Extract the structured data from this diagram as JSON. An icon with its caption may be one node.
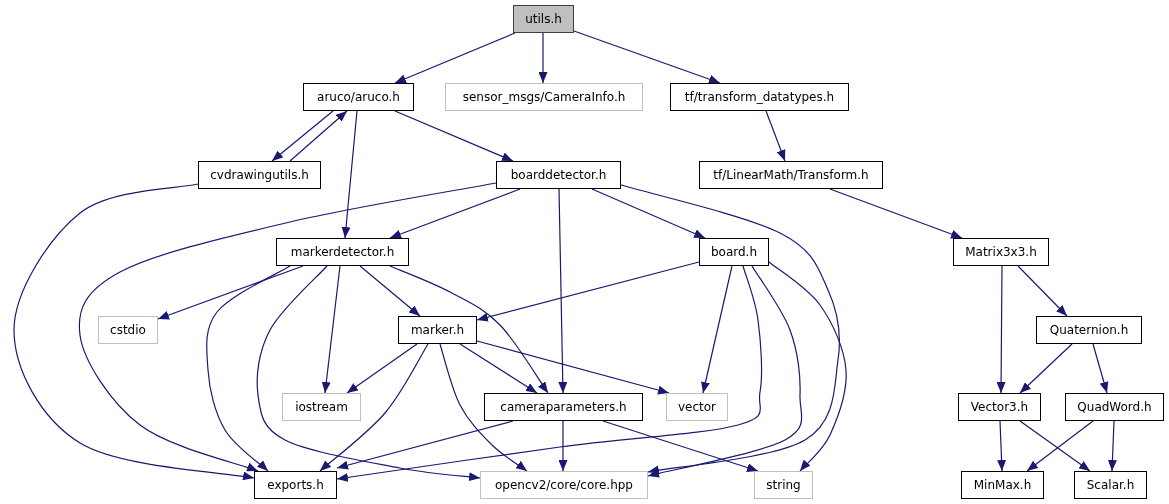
{
  "diagram": {
    "nodes": [
      {
        "text": [
          "utils.h"
        ]
      },
      {
        "text": [
          "aruco/aruco.h"
        ]
      },
      {
        "text": [
          "sensor_msgs/CameraInfo.h"
        ]
      },
      {
        "text": [
          "tf/transform_datatypes.h"
        ]
      },
      {
        "text": [
          "cvdrawingutils.h"
        ]
      },
      {
        "text": [
          "boarddetector.h"
        ]
      },
      {
        "text": [
          "tf/LinearMath/Transform.h"
        ]
      },
      {
        "text": [
          "markerdetector.h"
        ]
      },
      {
        "text": [
          "board.h"
        ]
      },
      {
        "text": [
          "Matrix3x3.h"
        ]
      },
      {
        "text": [
          "cstdio"
        ]
      },
      {
        "text": [
          "marker.h"
        ]
      },
      {
        "text": [
          "Quaternion.h"
        ]
      },
      {
        "text": [
          "iostream"
        ]
      },
      {
        "text": [
          "cameraparameters.h"
        ]
      },
      {
        "text": [
          "vector"
        ]
      },
      {
        "text": [
          "Vector3.h"
        ]
      },
      {
        "text": [
          "QuadWord.h"
        ]
      },
      {
        "text": [
          "exports.h"
        ]
      },
      {
        "text": [
          "opencv2/core/core.hpp"
        ]
      },
      {
        "text": [
          "string"
        ]
      },
      {
        "text": [
          "MinMax.h"
        ]
      },
      {
        "text": [
          "Scalar.h"
        ]
      }
    ],
    "edges": [
      {
        "from": 0,
        "to": 1,
        "arrow": "to"
      },
      {
        "from": 0,
        "to": 2,
        "arrow": "to"
      },
      {
        "from": 0,
        "to": 3,
        "arrow": "to"
      },
      {
        "from": 1,
        "to": 4,
        "arrow": "to"
      },
      {
        "from": 1,
        "to": 5,
        "arrow": "to"
      },
      {
        "from": 1,
        "to": 7,
        "arrow": "to"
      },
      {
        "from": 3,
        "to": 6,
        "arrow": "to"
      },
      {
        "from": 4,
        "to": 1,
        "arrow": "to"
      },
      {
        "from": 4,
        "to": 18,
        "arrow": "to"
      },
      {
        "from": 5,
        "to": 7,
        "arrow": "to"
      },
      {
        "from": 5,
        "to": 8,
        "arrow": "to"
      },
      {
        "from": 5,
        "to": 14,
        "arrow": "to"
      },
      {
        "from": 5,
        "to": 18,
        "arrow": "to"
      },
      {
        "from": 5,
        "to": 19,
        "arrow": "to"
      },
      {
        "from": 6,
        "to": 9,
        "arrow": "to"
      },
      {
        "from": 7,
        "to": 10,
        "arrow": "to"
      },
      {
        "from": 7,
        "to": 11,
        "arrow": "to"
      },
      {
        "from": 7,
        "to": 13,
        "arrow": "to"
      },
      {
        "from": 7,
        "to": 14,
        "arrow": "to"
      },
      {
        "from": 7,
        "to": 18,
        "arrow": "to"
      },
      {
        "from": 7,
        "to": 19,
        "arrow": "to"
      },
      {
        "from": 8,
        "to": 11,
        "arrow": "to"
      },
      {
        "from": 8,
        "to": 15,
        "arrow": "to"
      },
      {
        "from": 8,
        "to": 18,
        "arrow": "to"
      },
      {
        "from": 8,
        "to": 19,
        "arrow": "to"
      },
      {
        "from": 8,
        "to": 20,
        "arrow": "to"
      },
      {
        "from": 9,
        "to": 12,
        "arrow": "to"
      },
      {
        "from": 9,
        "to": 16,
        "arrow": "to"
      },
      {
        "from": 11,
        "to": 13,
        "arrow": "to"
      },
      {
        "from": 11,
        "to": 14,
        "arrow": "to"
      },
      {
        "from": 11,
        "to": 15,
        "arrow": "to"
      },
      {
        "from": 11,
        "to": 18,
        "arrow": "to"
      },
      {
        "from": 11,
        "to": 19,
        "arrow": "to"
      },
      {
        "from": 12,
        "to": 16,
        "arrow": "to"
      },
      {
        "from": 12,
        "to": 17,
        "arrow": "to"
      },
      {
        "from": 14,
        "to": 18,
        "arrow": "to"
      },
      {
        "from": 14,
        "to": 19,
        "arrow": "to"
      },
      {
        "from": 14,
        "to": 20,
        "arrow": "to"
      },
      {
        "from": 16,
        "to": 21,
        "arrow": "to"
      },
      {
        "from": 16,
        "to": 22,
        "arrow": "to"
      },
      {
        "from": 17,
        "to": 21,
        "arrow": "to"
      },
      {
        "from": 17,
        "to": 22,
        "arrow": "to"
      }
    ]
  }
}
